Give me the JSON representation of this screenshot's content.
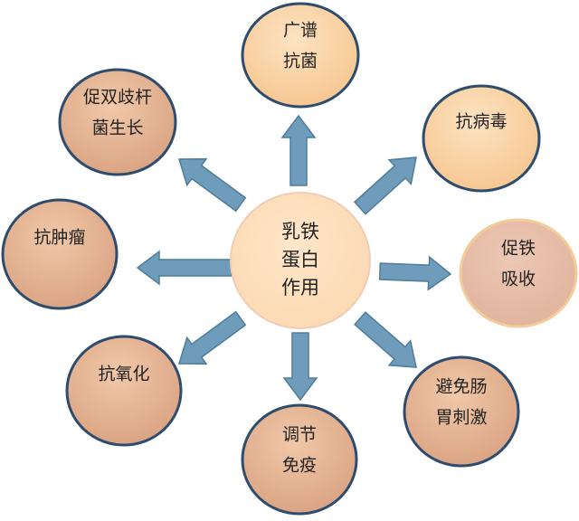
{
  "center": {
    "lines": [
      "乳铁",
      "蛋白",
      "作用"
    ]
  },
  "nodes": [
    {
      "id": "broad-spectrum-antibacterial",
      "lines": [
        "广谱",
        "抗菌"
      ]
    },
    {
      "id": "antiviral",
      "lines": [
        "抗病毒"
      ]
    },
    {
      "id": "promote-iron-absorption",
      "lines": [
        "促铁",
        "吸收"
      ]
    },
    {
      "id": "avoid-gastric-irritation",
      "lines": [
        "避免肠",
        "胃刺激"
      ]
    },
    {
      "id": "immune-regulation",
      "lines": [
        "调节",
        "免疫"
      ]
    },
    {
      "id": "antioxidant",
      "lines": [
        "抗氧化"
      ]
    },
    {
      "id": "antitumor",
      "lines": [
        "抗肿瘤"
      ]
    },
    {
      "id": "promote-bifidobacteria",
      "lines": [
        "促双歧杆",
        "菌生长"
      ]
    }
  ],
  "colors": {
    "arrow": "#6f9cbb",
    "arrow_stroke": "#4d7d9c",
    "node_border": "#2e4c6e",
    "center_fill": "#fde0c0"
  }
}
